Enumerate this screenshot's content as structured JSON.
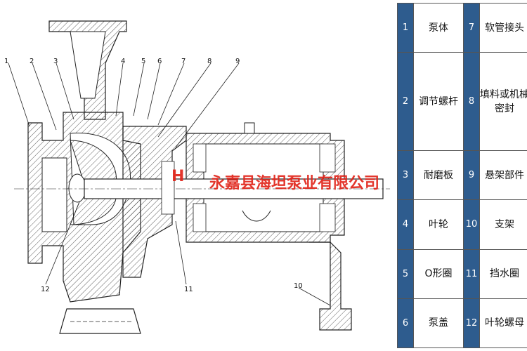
{
  "callouts": {
    "n1": "1",
    "n2": "2",
    "n3": "3",
    "n4": "4",
    "n5": "5",
    "n6": "6",
    "n7": "7",
    "n8": "8",
    "n9": "9",
    "n10": "10",
    "n11": "11",
    "n12": "12"
  },
  "watermark": {
    "company": "永嘉县海坦泵业有限公司",
    "color": "#e1251b"
  },
  "legend": {
    "header_color": "#2e5c8e",
    "rows": [
      {
        "left": {
          "num": "1",
          "name": "泵体"
        },
        "right": {
          "num": "7",
          "name": "软管接头"
        }
      },
      {
        "left": {
          "num": "2",
          "name": "调节螺杆"
        },
        "right": {
          "num": "8",
          "name": "填料或机械密封"
        }
      },
      {
        "left": {
          "num": "3",
          "name": "耐磨板"
        },
        "right": {
          "num": "9",
          "name": "悬架部件"
        }
      },
      {
        "left": {
          "num": "4",
          "name": "叶轮"
        },
        "right": {
          "num": "10",
          "name": "支架"
        }
      },
      {
        "left": {
          "num": "5",
          "name": "O形圈"
        },
        "right": {
          "num": "11",
          "name": "挡水圈"
        }
      },
      {
        "left": {
          "num": "6",
          "name": "泵盖"
        },
        "right": {
          "num": "12",
          "name": "叶轮螺母"
        }
      }
    ]
  }
}
